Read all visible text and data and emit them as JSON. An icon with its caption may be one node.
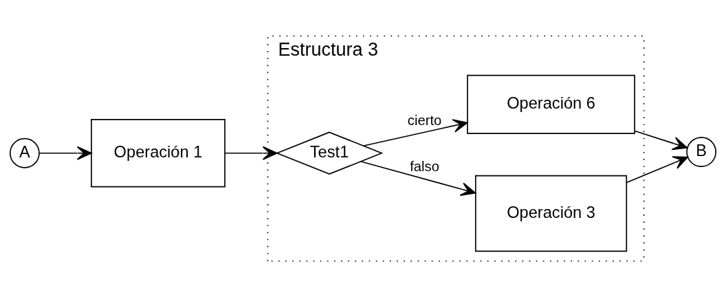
{
  "diagram": {
    "nodes": [
      {
        "text": [
          "Estructura 3"
        ]
      },
      {
        "text": [
          "A"
        ]
      },
      {
        "text": [
          "Operación 1"
        ]
      },
      {
        "text": [
          "Test1"
        ],
        "in": 0
      },
      {
        "text": [
          "Operación 6"
        ],
        "in": 0
      },
      {
        "text": [
          "Operación 3"
        ],
        "in": 0
      },
      {
        "text": [
          "B"
        ]
      }
    ],
    "edges": [
      {
        "from": 1,
        "to": 2,
        "arrow": "to"
      },
      {
        "from": 2,
        "to": 3,
        "arrow": "to"
      },
      {
        "from": 3,
        "to": 4,
        "arrow": "to",
        "label": "cierto"
      },
      {
        "from": 3,
        "to": 5,
        "arrow": "to",
        "label": "falso"
      },
      {
        "from": 4,
        "to": 6,
        "arrow": "to"
      },
      {
        "from": 5,
        "to": 6,
        "arrow": "to"
      }
    ]
  }
}
